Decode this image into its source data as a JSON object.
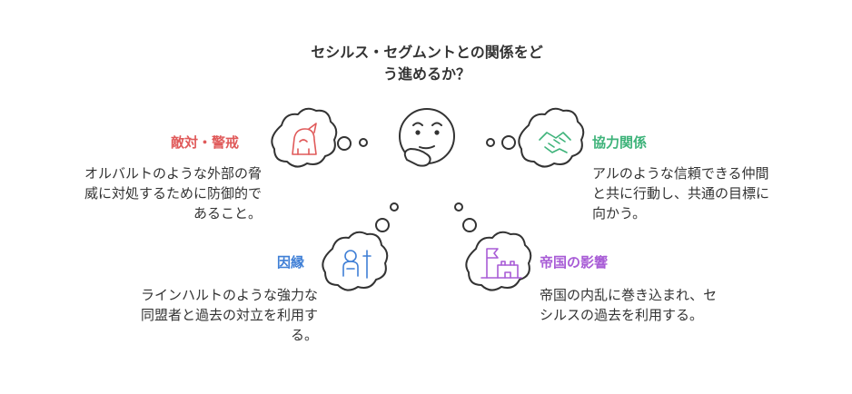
{
  "title": {
    "line1": "セシルス・セグムントとの関係をど",
    "line2": "う進めるか？"
  },
  "colors": {
    "red": "#e05a5a",
    "green": "#3eb37a",
    "blue": "#3f7fd6",
    "purple": "#a85cd6",
    "outline": "#333333"
  },
  "nodes": {
    "hostile": {
      "label": "敵対・警戒",
      "icon": "hooded-figure-icon",
      "desc": [
        "オルバルトのような外部の脅",
        "威に対処するために防御的で",
        "あること。"
      ]
    },
    "cooperate": {
      "label": "協力関係",
      "icon": "handshake-icon",
      "desc": [
        "アルのような信頼できる仲間",
        "と共に行動し、共通の目標に",
        "向かう。"
      ]
    },
    "fate": {
      "label": "因縁",
      "icon": "swordsman-icon",
      "desc": [
        "ラインハルトのような強力な",
        "同盟者と過去の対立を利用す",
        "る。"
      ]
    },
    "empire": {
      "label": "帝国の影響",
      "icon": "castle-flag-icon",
      "desc": [
        "帝国の内乱に巻き込まれ、セ",
        "シルスの過去を利用する。"
      ]
    }
  },
  "center": {
    "icon": "thinking-face-icon"
  }
}
